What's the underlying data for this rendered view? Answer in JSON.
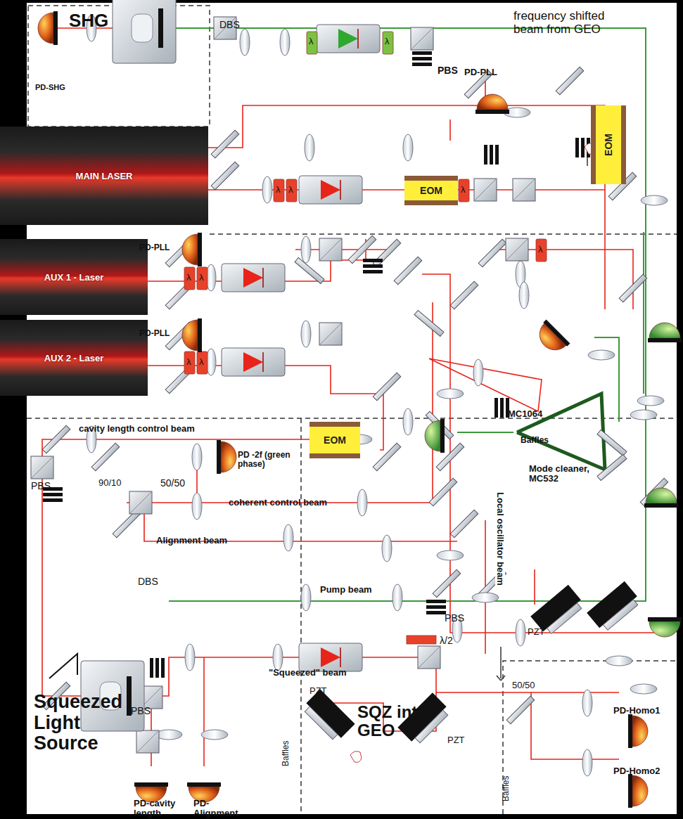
{
  "diagram": {
    "nodes": [
      {
        "text": [
          "SHG"
        ]
      },
      {
        "text": [
          "MAIN LASER"
        ]
      },
      {
        "text": [
          "AUX 1 - Laser"
        ]
      },
      {
        "text": [
          "AUX 2 - Laser"
        ]
      },
      {
        "text": [
          "EOM"
        ]
      },
      {
        "text": [
          "EOM"
        ]
      },
      {
        "text": [
          "EOM"
        ]
      }
    ],
    "labels": [
      "DBS",
      "frequency shifted beam from GEO",
      "λ",
      "λ",
      "PBS",
      "PD-PLL",
      "PD-SHG",
      "λ",
      "λ",
      "λ",
      "λ",
      "PD-PLL",
      "λ",
      "λ",
      "PD-PLL",
      "λ",
      "λ",
      "MC1064",
      "Baffles",
      "Mode cleaner, MC532",
      "cavity length control beam",
      "PD -2f (green phase)",
      "PBS",
      "90/10",
      "50/50",
      "coherent control beam",
      "Alignment beam",
      "Local oscillator beam",
      "DBS",
      "Pump beam",
      "PBS",
      "PBS",
      "λ/2",
      "\"Squeezed\" beam",
      "PZT",
      "SQZ into GEO",
      "PZT",
      "PZT",
      "Baffles",
      "Baffles",
      "Squeezed Light Source",
      "PD-cavity length",
      "PD-Alignment",
      "50/50",
      "PD-Homo1",
      "PD-Homo2"
    ]
  }
}
